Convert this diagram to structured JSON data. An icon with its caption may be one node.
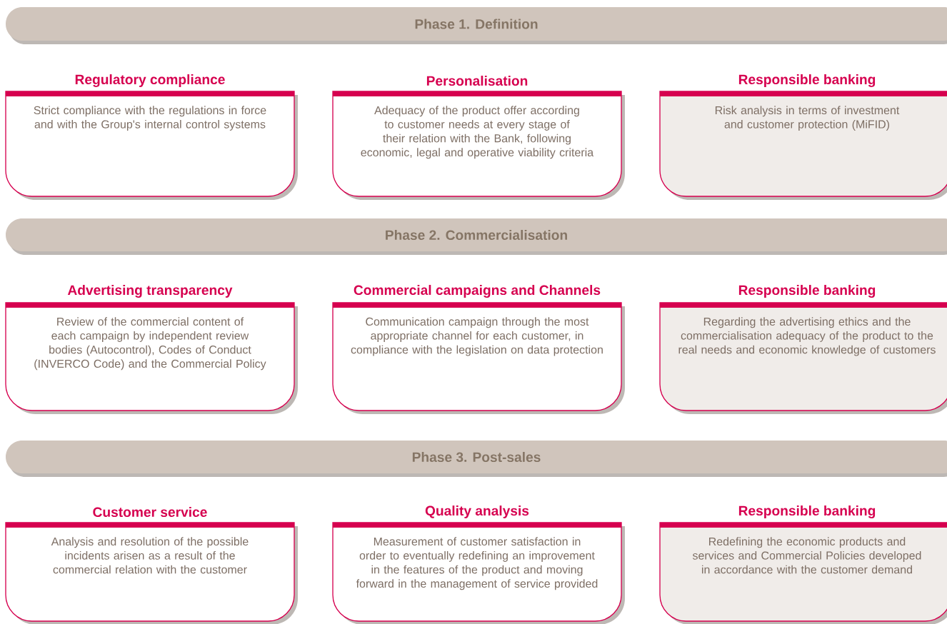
{
  "diagram": {
    "nodes": [
      {
        "text": [
          "Phase 1. Definition"
        ]
      },
      {
        "text": [
          "Regulatory compliance",
          "Strict compliance with the regulations in force and with the Group's internal control systems"
        ]
      },
      {
        "text": [
          "Personalisation",
          "Adequacy of the product offer according to customer needs at every stage of their relation with the Bank, following economic, legal and operative viability criteria"
        ]
      },
      {
        "text": [
          "Responsible banking",
          "Risk analysis in terms of investment and customer protection (MiFID)"
        ]
      },
      {
        "text": [
          "Phase 2. Commercialisation"
        ]
      },
      {
        "text": [
          "Advertising transparency",
          "Review of the commercial content of each campaign by independent review bodies (Autocontrol), Codes of Conduct (INVERCO Code) and the Commercial Policy"
        ]
      },
      {
        "text": [
          "Commercial campaigns and Channels",
          "Communication campaign through the most appropriate channel for each customer, in compliance with the legislation on data protection"
        ]
      },
      {
        "text": [
          "Responsible banking",
          "Regarding the advertising ethics and the commercialisation adequacy of the product to the real needs and economic knowledge of customers"
        ]
      },
      {
        "text": [
          "Phase 3. Post-sales"
        ]
      },
      {
        "text": [
          "Customer service",
          "Analysis and resolution of the possible incidents arisen as a result of the commercial relation with the customer"
        ]
      },
      {
        "text": [
          "Quality analysis",
          "Measurement of customer satisfaction in order to eventually redefining an improvement in the features of the product and moving forward in the management of service provided"
        ]
      },
      {
        "text": [
          "Responsible banking",
          "Redefining the economic products and services and Commercial Policies developed in accordance with the customer demand"
        ]
      }
    ]
  }
}
